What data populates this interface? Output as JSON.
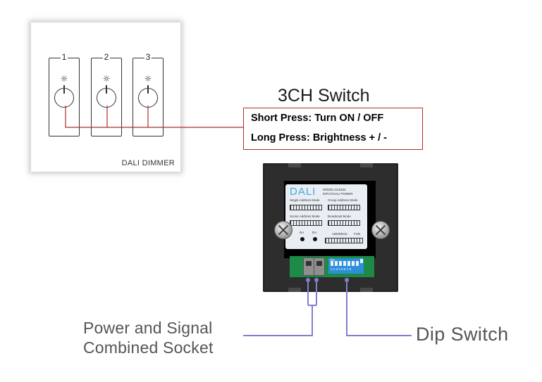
{
  "front_panel": {
    "keys": [
      {
        "number": "1",
        "icon": "sun-icon"
      },
      {
        "number": "2",
        "icon": "sun-icon"
      },
      {
        "number": "3",
        "icon": "sun-icon"
      }
    ],
    "label": "DALI DIMMER"
  },
  "switch_title": "3CH Switch",
  "function_box": {
    "short_press": "Short Press: Turn ON / OFF",
    "long_press": "Long Press: Brightness + / -"
  },
  "module": {
    "logo": "DALI",
    "model_line_1": "MODEL:DL8181",
    "model_line_2": "INPUT:DALI POWER",
    "single_address_mode": "Single Address Mode",
    "group_address_mode": "Group Address Mode",
    "scene_address_mode": "Scene Address Mode",
    "broadcast_mode": "Broadcast Mode",
    "da_left": "DA",
    "da_right": "DA",
    "address_label": "ADDRESS",
    "fun_label": "FUN",
    "dip_on_label": "ON",
    "dip_numbers": "12345678"
  },
  "labels": {
    "power_line_1": "Power and Signal",
    "power_line_2": "Combined Socket",
    "dip_switch": "Dip Switch"
  },
  "colors": {
    "callout_red": "#b12a2a",
    "connector_blue": "#7f7fcf",
    "dali_blue": "#4aa6d8",
    "board_green": "#1e8a47",
    "dip_blue": "#2d8fd6"
  }
}
